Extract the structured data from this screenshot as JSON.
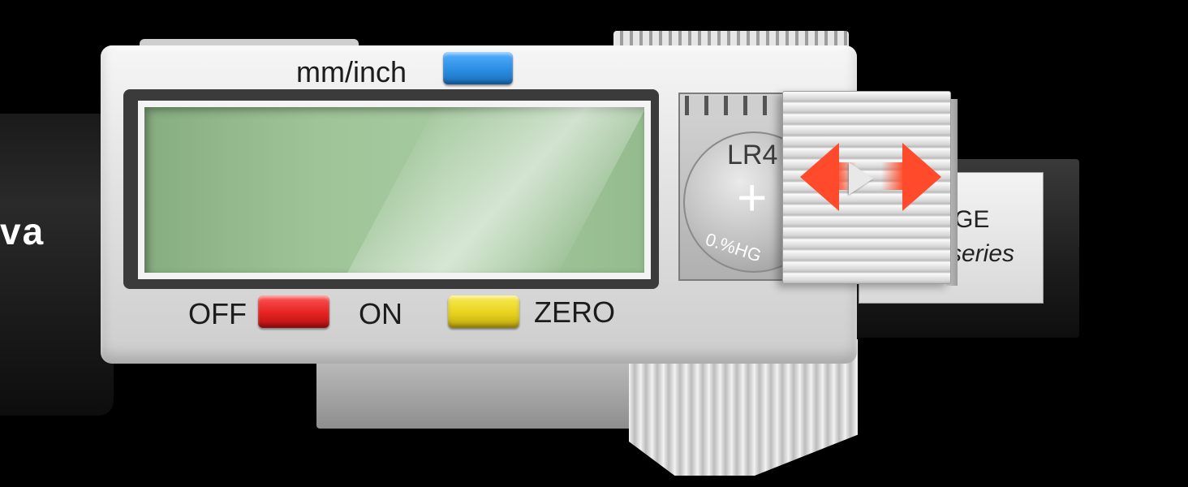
{
  "caliper": {
    "handle_text": "va",
    "unit_button_label": "mm/inch",
    "power_off_label": "OFF",
    "power_on_label": "ON",
    "zero_label": "ZERO",
    "battery_model": "LR4",
    "battery_plus": "+",
    "battery_note": "0.%HG",
    "label_line1": "GE",
    "label_line2": "series",
    "colors": {
      "unit_button": "#2a8ee3",
      "power_button": "#e52222",
      "zero_button": "#e8d21e",
      "arrow": "#ff4b2b",
      "lcd": "#9fc498"
    },
    "icons": [
      "left-arrow-icon",
      "right-arrow-icon",
      "play-icon",
      "plus-icon"
    ]
  }
}
